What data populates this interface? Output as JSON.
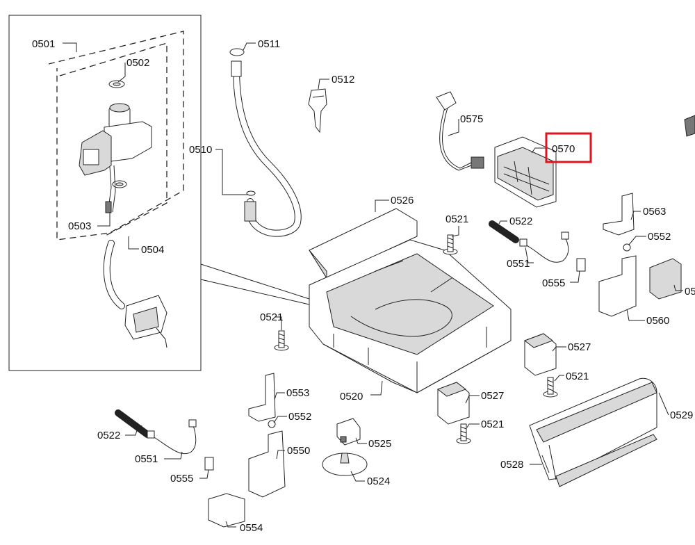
{
  "highlight": {
    "label_index": 20,
    "color": "#e0141e"
  },
  "labels": [
    {
      "id": "0501",
      "text": "0501"
    },
    {
      "id": "0502",
      "text": "0502"
    },
    {
      "id": "0503",
      "text": "0503"
    },
    {
      "id": "0504",
      "text": "0504"
    },
    {
      "id": "0511",
      "text": "0511"
    },
    {
      "id": "0510",
      "text": "0510"
    },
    {
      "id": "0512",
      "text": "0512"
    },
    {
      "id": "0575",
      "text": "0575"
    },
    {
      "id": "0526",
      "text": "0526"
    },
    {
      "id": "0521a",
      "text": "0521"
    },
    {
      "id": "0522a",
      "text": "0522"
    },
    {
      "id": "0551a",
      "text": "0551"
    },
    {
      "id": "0555a",
      "text": "0555"
    },
    {
      "id": "0563",
      "text": "0563"
    },
    {
      "id": "0552a",
      "text": "0552"
    },
    {
      "id": "0560",
      "text": "0560"
    },
    {
      "id": "05x",
      "text": "05"
    },
    {
      "id": "0527a",
      "text": "0527"
    },
    {
      "id": "0521b",
      "text": "0521"
    },
    {
      "id": "0529",
      "text": "0529"
    },
    {
      "id": "0570",
      "text": "0570"
    },
    {
      "id": "0521c",
      "text": "0521"
    },
    {
      "id": "0553",
      "text": "0553"
    },
    {
      "id": "0552b",
      "text": "0552"
    },
    {
      "id": "0520",
      "text": "0520"
    },
    {
      "id": "0527b",
      "text": "0527"
    },
    {
      "id": "0521d",
      "text": "0521"
    },
    {
      "id": "0522b",
      "text": "0522"
    },
    {
      "id": "0551b",
      "text": "0551"
    },
    {
      "id": "0555b",
      "text": "0555"
    },
    {
      "id": "0550",
      "text": "0550"
    },
    {
      "id": "0525",
      "text": "0525"
    },
    {
      "id": "0524",
      "text": "0524"
    },
    {
      "id": "0528",
      "text": "0528"
    },
    {
      "id": "0554",
      "text": "0554"
    }
  ]
}
